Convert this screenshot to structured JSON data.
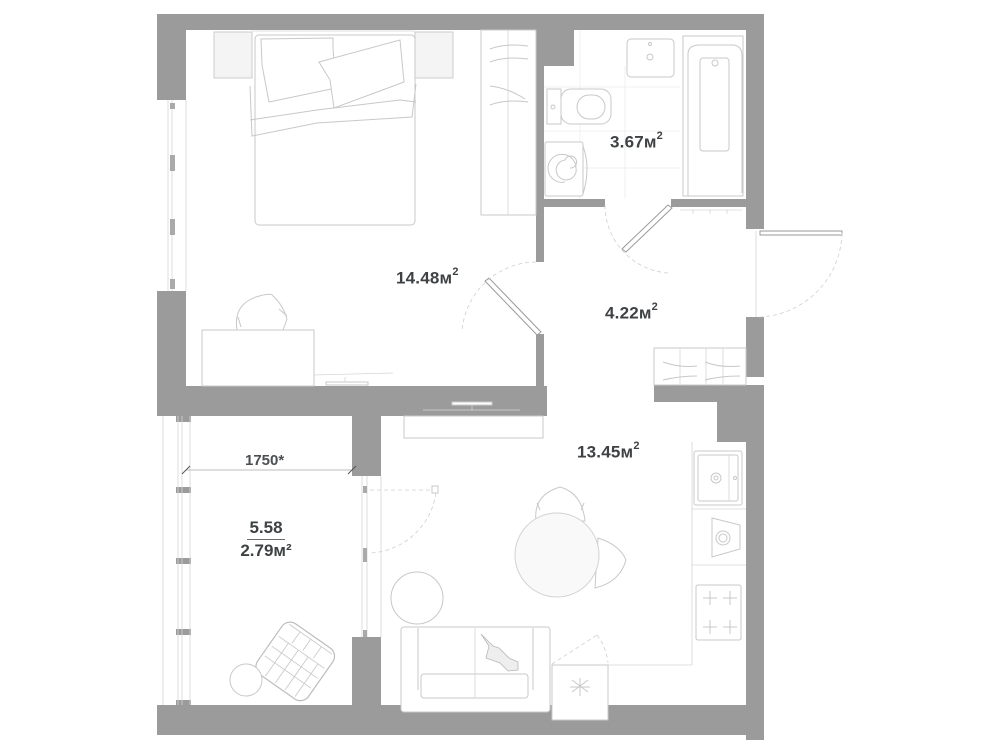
{
  "plan": {
    "title": "Apartment floor plan",
    "area_unit": "м",
    "area_exp": "2",
    "colors": {
      "wall": "#9b9b9b",
      "furniture_line": "#c8c8c8",
      "text": "#3f4244"
    }
  },
  "rooms": [
    {
      "id": "bedroom",
      "area": "14.48"
    },
    {
      "id": "bathroom",
      "area": "3.67"
    },
    {
      "id": "hallway",
      "area": "4.22"
    },
    {
      "id": "kitchen-living",
      "area": "13.45"
    }
  ],
  "balcony": {
    "dimension": "1750*",
    "area_full": "5.58",
    "area_reduced": "2.79м²"
  },
  "icons": [
    "bed-icon",
    "nightstand-icon",
    "wardrobe-icon",
    "desk-icon",
    "chair-icon",
    "tv-icon",
    "sink-icon",
    "toilet-icon",
    "washing-machine-icon",
    "bathtub-icon",
    "shoe-rack-icon",
    "kitchen-sink-icon",
    "dishwasher-icon",
    "cooktop-icon",
    "dining-table-icon",
    "sofa-icon",
    "cat-icon",
    "round-table-icon",
    "lounge-chair-icon",
    "fridge-icon",
    "door-icon",
    "window-icon"
  ]
}
